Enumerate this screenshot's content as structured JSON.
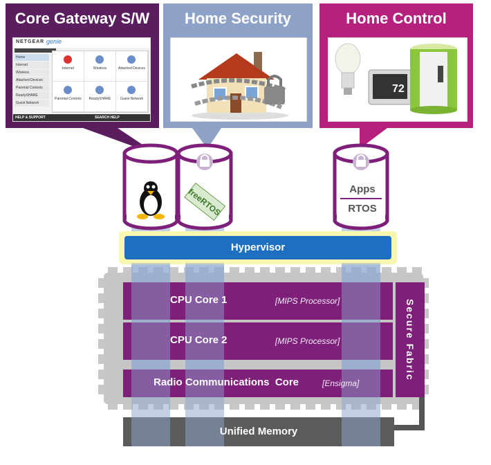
{
  "callouts": {
    "gateway": {
      "title": "Core Gateway S/W",
      "color": "#5a1e5e"
    },
    "security": {
      "title": "Home Security",
      "color": "#8da2c6"
    },
    "control": {
      "title": "Home Control",
      "color": "#b6217e"
    }
  },
  "netgear_screen": {
    "brand": "NETGEAR",
    "product": "genie",
    "tabs": [
      "BASIC",
      "ADVANCED"
    ],
    "sidebar": [
      "Home",
      "Internet",
      "Wireless",
      "Attached Devices",
      "Parental Controls",
      "ReadySHARE",
      "Guest Network"
    ],
    "tiles": [
      "Internet",
      "Wireless",
      "Attached Devices",
      "Parental Controls",
      "ReadySHARE",
      "Guest Network"
    ],
    "footer": {
      "help": "HELP & SUPPORT",
      "search": "SEARCH HELP"
    }
  },
  "thermostat_reading": "72",
  "cylinders": {
    "rtos_logo": "freeRTOS",
    "apps": "Apps",
    "rtos": "RTOS"
  },
  "hypervisor": "Hypervisor",
  "cores": [
    {
      "label": "CPU Core 1",
      "note": "[MIPS Processor]"
    },
    {
      "label": "CPU Core 2",
      "note": "[MIPS Processor]"
    },
    {
      "label": "Radio Communications  Core",
      "note": "[Ensigma]"
    }
  ],
  "secure_fabric": "Secure Fabric",
  "memory": "Unified Memory",
  "colors": {
    "purple": "#7e1f7a",
    "dark_purple": "#5a1e5e",
    "hypervisor_blue": "#1e6fc0",
    "chip_grey": "#bfbfbf",
    "memory_grey": "#5b5b5b",
    "column_blue": "#8fa8cf"
  }
}
